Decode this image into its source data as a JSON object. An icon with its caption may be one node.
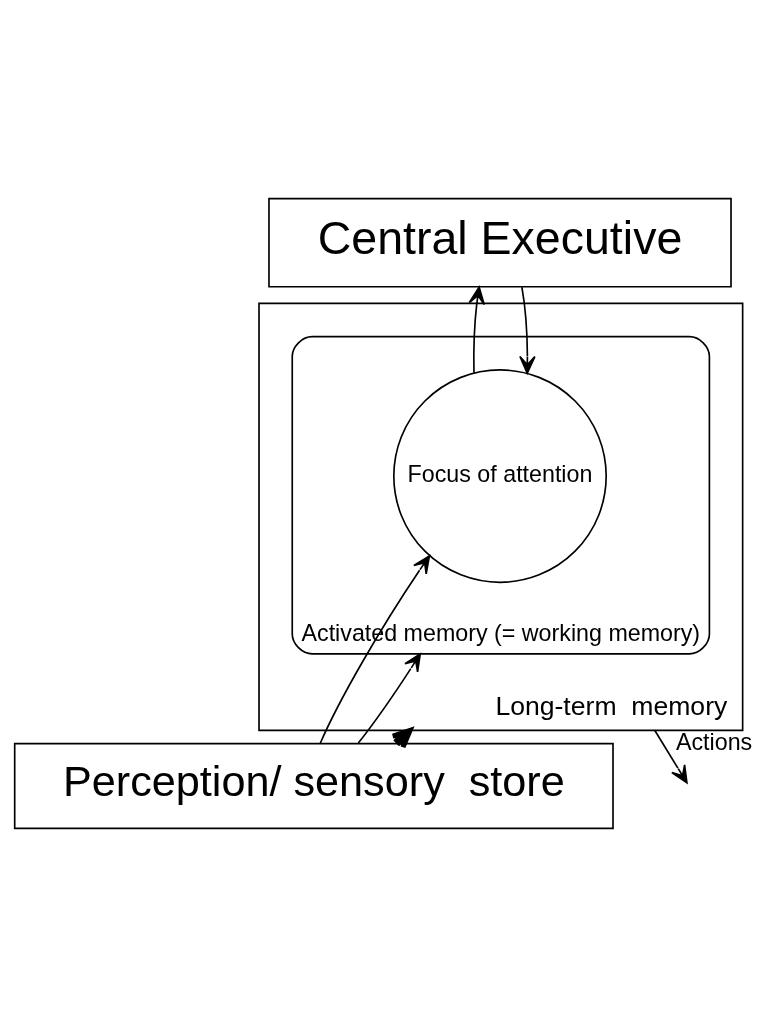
{
  "diagram": {
    "nodes": [
      {
        "text": [
          "Central Executive"
        ]
      },
      {
        "text": [
          "Long-term  memory"
        ]
      },
      {
        "text": [
          "Activated memory (= working memory)"
        ],
        "in": 1
      },
      {
        "text": [
          "Focus of attention"
        ],
        "in": 2
      },
      {
        "text": [
          "Perception/ sensory  store"
        ]
      }
    ],
    "edges": [
      {
        "from": 0,
        "to": 3,
        "arrow": "to"
      },
      {
        "from": 3,
        "to": 0,
        "arrow": "to"
      },
      {
        "from": 4,
        "to": 3,
        "arrow": "to"
      },
      {
        "from": 4,
        "to": 2,
        "arrow": "to"
      },
      {
        "from": 4,
        "to": 1,
        "arrow": "to",
        "style": "thick"
      },
      {
        "from": 1,
        "to": null,
        "arrow": "to",
        "label": "Actions"
      }
    ]
  }
}
